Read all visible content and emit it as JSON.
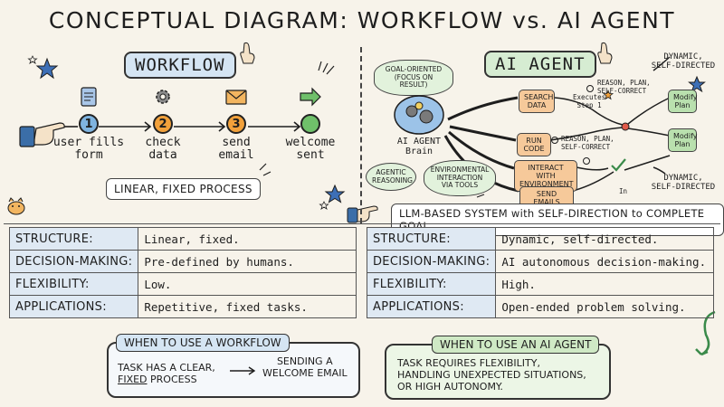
{
  "title": "CONCEPTUAL DIAGRAM: WORKFLOW vs. AI AGENT",
  "workflow": {
    "header": "WORKFLOW",
    "steps": [
      {
        "num": "1",
        "label_line1": "user fills",
        "label_line2": "form",
        "icon": "clipboard-icon"
      },
      {
        "num": "2",
        "label_line1": "check",
        "label_line2": "data",
        "icon": "gear-icon"
      },
      {
        "num": "3",
        "label_line1": "send",
        "label_line2": "email",
        "icon": "envelope-icon"
      },
      {
        "num": "",
        "label_line1": "welcome",
        "label_line2": "sent",
        "icon": "arrow-right-icon"
      }
    ],
    "badge": "LINEAR, FIXED PROCESS"
  },
  "agent": {
    "header": "AI AGENT",
    "goal_bubble_line1": "GOAL-ORIENTED",
    "goal_bubble_line2": "(FOCUS ON RESULT)",
    "brain_line1": "AI AGENT",
    "brain_line2": "Brain",
    "reasoning_line1": "AGENTIC",
    "reasoning_line2": "REASONING",
    "env_line1": "ENVIRONMENTAL",
    "env_line2": "INTERACTION",
    "env_line3": "VIA TOOLS",
    "actions": [
      {
        "line1": "SEARCH",
        "line2": "DATA"
      },
      {
        "line1": "RUN",
        "line2": "CODE"
      },
      {
        "line1": "INTERACT WITH",
        "line2": "ENVIRONMENT"
      },
      {
        "line1": "SEND EMAILS",
        "line2": ""
      }
    ],
    "executes_line1": "Executes",
    "executes_line2": "Step 1",
    "reason_note1_line1": "REASON, PLAN,",
    "reason_note1_line2": "SELF-CORRECT",
    "reason_note2_line1": "REASON, PLAN,",
    "reason_note2_line2": "SELF-CORRECT",
    "in_label": "In",
    "modify_plan_1_line1": "Modify",
    "modify_plan_1_line2": "Plan",
    "modify_plan_2_line1": "Modify",
    "modify_plan_2_line2": "Plan",
    "dynamic_top_line1": "DYNAMIC,",
    "dynamic_top_line2": "SELF-DIRECTED",
    "dynamic_bottom_line1": "DYNAMIC,",
    "dynamic_bottom_line2": "SELF-DIRECTED",
    "badge": "LLM-BASED SYSTEM with SELF-DIRECTION to COMPLETE GOAL"
  },
  "workflow_table": [
    {
      "key": "STRUCTURE:",
      "value": "Linear, fixed."
    },
    {
      "key": "DECISION-MAKING:",
      "value": "Pre-defined by humans."
    },
    {
      "key": "FLEXIBILITY:",
      "value": "Low."
    },
    {
      "key": "APPLICATIONS:",
      "value": "Repetitive, fixed tasks."
    }
  ],
  "agent_table": [
    {
      "key": "STRUCTURE:",
      "value": "Dynamic, self-directed."
    },
    {
      "key": "DECISION-MAKING:",
      "value": "AI autonomous decision-making."
    },
    {
      "key": "FLEXIBILITY:",
      "value": "High."
    },
    {
      "key": "APPLICATIONS:",
      "value": "Open-ended problem solving."
    }
  ],
  "use_workflow": {
    "title": "WHEN TO USE A WORKFLOW",
    "left_line1": "TASK HAS A CLEAR,",
    "left_line2_a": "FIXED",
    "left_line2_b": " PROCESS",
    "right_line1": "SENDING A",
    "right_line2": "WELCOME EMAIL"
  },
  "use_agent": {
    "title": "WHEN TO USE AN AI AGENT",
    "line1": "TASK REQUIRES FLEXIBILITY,",
    "line2": "HANDLING UNEXPECTED SITUATIONS,",
    "line3": "OR HIGH AUTONOMY."
  },
  "colors": {
    "background": "#f7f3ea",
    "workflow_accent": "#d5e5f3",
    "agent_accent": "#d6ecd2",
    "action_orange": "#f6c99a",
    "pointer_blue": "#3b6ea8",
    "star_blue": "#3d6fb6",
    "step_orange": "#f2a13b",
    "step_blue": "#7fb4e0",
    "step_green": "#6fc06a"
  }
}
